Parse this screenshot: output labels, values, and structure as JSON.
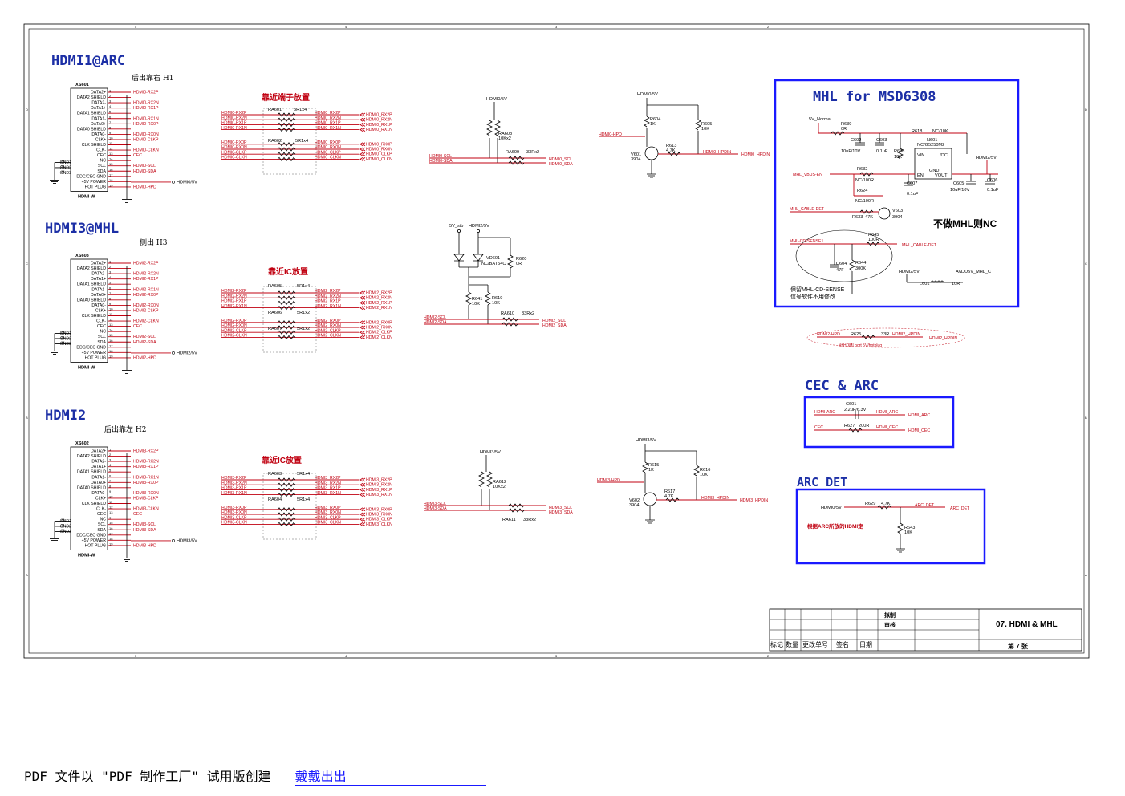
{
  "hdmi1": {
    "title": "HDMI1@ARC",
    "subtitle": "后出靠右 H1",
    "ref": "XS601",
    "foot": "HDMI-W",
    "net_prefix": "HDMI0",
    "power_net": "HDMI0/5V",
    "res_note": "靠近端子放置",
    "ra_top": "RA601",
    "ra_bot": "RA602",
    "ra_val": "5R1x4",
    "pull": "RA608",
    "pull_val": "10Kx2",
    "ser": "RA609",
    "ser_val": "33Rx2",
    "ddc_in": [
      "HDMI0-SCL",
      "HDMI0-SDA"
    ],
    "ddc_out": [
      "HDMI0_SCL",
      "HDMI0_SDA"
    ],
    "hpd_net": "HDMI0-HPD",
    "hpd_out": "HDMI0_HPDIN",
    "q": "V601",
    "q_val": "3904",
    "r1": "R604",
    "r1v": "1K",
    "r2": "R605",
    "r2v": "10K",
    "r3": "R613",
    "r3v": "4.7K"
  },
  "hdmi3": {
    "title": "HDMI3@MHL",
    "subtitle": "侧出 H3",
    "ref": "XS603",
    "foot": "HDMI-W",
    "net_prefix": "HDMI2",
    "power_net": "HDMI2/5V",
    "res_note": "靠近IC放置",
    "ra_a": "RA605",
    "ra_a_val": "5R1x4",
    "ra_b": "RA606",
    "ra_b_val": "5R1x2",
    "ra_c": "RA607",
    "ra_c_val": "5R1x2",
    "diode": "VD601",
    "diode_val": "NC/BAT54C",
    "vin1": "5V_stb",
    "vin2": "HDMI2/5V",
    "r_a": "R641",
    "r_a_v": "10K",
    "r_b": "R619",
    "r_b_v": "10K",
    "r_c": "R620",
    "r_c_v": "0R",
    "ser": "RA610",
    "ser_val": "33Rx2",
    "ddc_in": [
      "HDMI2-SCL",
      "HDMI2-SDA"
    ],
    "ddc_out": [
      "HDMI2_SCL",
      "HDMI2_SDA"
    ],
    "mhl_sense": "MHL-CD-SENSE1"
  },
  "hdmi2": {
    "title": "HDMI2",
    "subtitle": "后出靠左 H2",
    "ref": "XS602",
    "foot": "HDMI-W",
    "net_prefix": "HDMI3",
    "power_net": "HDMI3/5V",
    "res_note": "靠近IC放置",
    "ra_top": "RA603",
    "ra_bot": "RA604",
    "ra_val": "5R1x4",
    "pull": "RA612",
    "pull_val": "10Kx2",
    "ser": "RA611",
    "ser_val": "33Rx2",
    "ddc_in": [
      "HDMI3-SCL",
      "HDMI3-SDA"
    ],
    "ddc_out": [
      "HDMI3_SCL",
      "HDMI3_SDA"
    ],
    "hpd_net": "HDMI3-HPD",
    "hpd_out": "HDMI3_HPDIN",
    "q": "V602",
    "q_val": "3904",
    "r1": "R615",
    "r1v": "1K",
    "r2": "R616",
    "r2v": "10K",
    "r3": "R617",
    "r3v": "4.7K"
  },
  "connector_pins": [
    "DATA2+",
    "DATA2 SHIELD",
    "DATA2-",
    "DATA1+",
    "DATA1 SHIELD",
    "DATA1-",
    "DATA0+",
    "DATA0 SHIELD",
    "DATA0-",
    "CLK+",
    "CLK SHIELD",
    "CLK-",
    "CEC",
    "NC",
    "SCL",
    "SDA",
    "DDC/CEC GND",
    "+5V POWER",
    "HOT PLUG"
  ],
  "gnd_pins": [
    "GND1",
    "GND2",
    "GND3"
  ],
  "pair_nets": [
    "RX2P",
    "RX2N",
    "RX1P",
    "RX1N",
    "RX0P",
    "RX0N",
    "CLKP",
    "CLKN"
  ],
  "mhl": {
    "title": "MHL  for  MSD6308",
    "vin": "5V_Normal",
    "r639": "R639",
    "r639v": "0R",
    "c602": "C602",
    "c602v": "10uF/10V",
    "c603": "C603",
    "c603v": "0.1uF",
    "r638": "R638",
    "r638v": "10K",
    "r618": "R618",
    "r618v": "NC/10K",
    "ic": "N601",
    "ic_val": "NC/G5250M2",
    "ic_pins": [
      "VIN",
      "/OC",
      "EN",
      "GND",
      "VOUT"
    ],
    "vout_net": "HDMI2/5V",
    "c605": "C605",
    "c605v": "10uF/10V",
    "c606": "C606",
    "c606v": "0.1uF",
    "vbus": "MHL_VBUS-EN",
    "r632": "R632",
    "r632v": "NC/100R",
    "r624": "R624",
    "r624v": "NC/100R",
    "c607": "C607",
    "c607v": "0.1uF",
    "cable": "MHL_CABLE-DET",
    "r633": "R633",
    "r633v": "47K",
    "q": "V603",
    "qv": "3904",
    "nc_note": "不做MHL则NC",
    "sense": "MHL-CD-SENSE1",
    "r645": "R645",
    "r645v": "100R",
    "cable2": "MHL_CABLE-DET",
    "c604": "C604",
    "c604v": "47F",
    "r644": "R644",
    "r644v": "300K",
    "pwr": "HDMI2/5V",
    "avdd": "AVDD5V_MHL_C",
    "l601": "L601",
    "l601v": "10R",
    "keep": [
      "保留MHL-CD-SENSE",
      "信号软件不用修改"
    ]
  },
  "hpd_extra": {
    "net_in": "HDMI2-HPD",
    "r": "R625",
    "rv": "33R",
    "net_out": "HDMI2_HPDIN",
    "note": "此HDMI port 5V/hotplug"
  },
  "cec": {
    "title": "CEC  &  ARC",
    "c": "C601",
    "cv": "2.2uF/6.3V",
    "arc_in": "HDMI-ARC",
    "arc_out": "HDMI_ARC",
    "r": "R627",
    "rv": "200R",
    "cec_in": "CEC",
    "cec_out": "HDMI_CEC"
  },
  "arcdet": {
    "title": "ARC  DET",
    "in": "HDMI0/5V",
    "r": "R629",
    "rv": "4.7K",
    "out": "ARC_DET",
    "r2": "R643",
    "r2v": "10K",
    "note": "根据ARC所放的HDMI定"
  },
  "titleblock": {
    "drawn": "拟制",
    "review": "审核",
    "name": "07. HDMI & MHL",
    "cols": [
      "标记",
      "数量",
      "更改单号",
      "签名",
      "日期"
    ],
    "sheet": "第   7   张"
  },
  "border_nums": [
    "5",
    "4",
    "3",
    "2"
  ],
  "border_letters": [
    "D",
    "C",
    "B",
    "A"
  ],
  "footer": {
    "text": "PDF 文件以 \"PDF 制作工厂\" 试用版创建",
    "link": "戴戴出出"
  }
}
